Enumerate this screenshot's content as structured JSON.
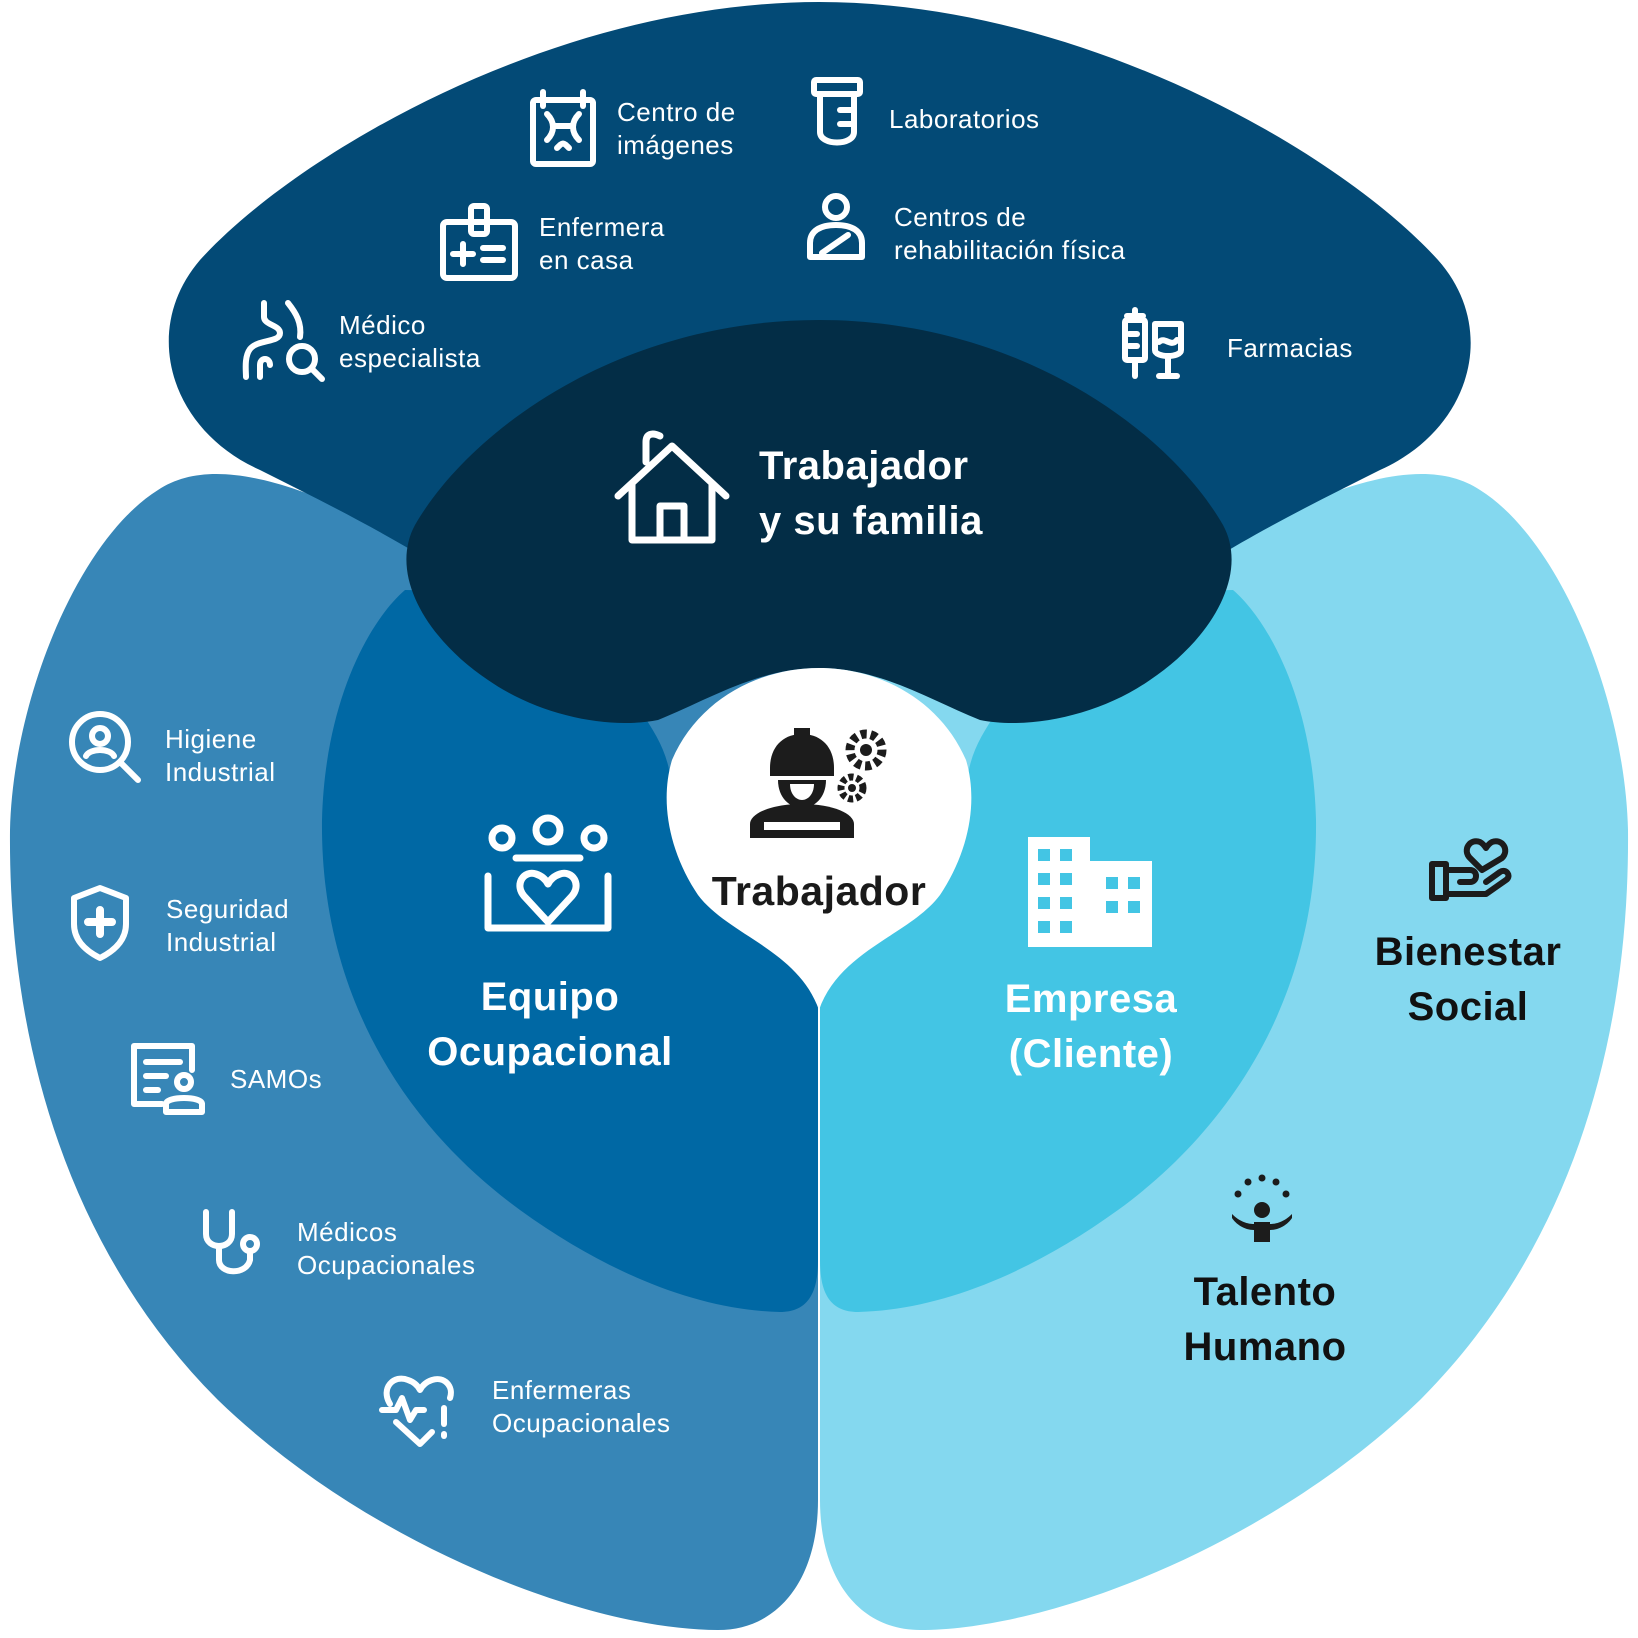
{
  "colors": {
    "top_outer": "#034a76",
    "top_inner": "#032d46",
    "left_outer": "#3786b7",
    "left_inner": "#0068a4",
    "right_outer": "#84d8ef",
    "right_inner": "#43c5e4",
    "center": "#ffffff"
  },
  "center": {
    "label": "Trabajador",
    "icon": "worker-gears-icon"
  },
  "top": {
    "main_label": [
      "Trabajador",
      "y su familia"
    ],
    "main_icon": "house-icon",
    "items": [
      {
        "icon": "xray-icon",
        "lines": [
          "Centro de",
          "imágenes"
        ]
      },
      {
        "icon": "test-tube-icon",
        "lines": [
          "Laboratorios"
        ]
      },
      {
        "icon": "nurse-badge-icon",
        "lines": [
          "Enfermera",
          "en casa"
        ]
      },
      {
        "icon": "rehab-person-icon",
        "lines": [
          "Centros de",
          "rehabilitación física"
        ]
      },
      {
        "icon": "specialist-icon",
        "lines": [
          "Médico",
          "especialista"
        ]
      },
      {
        "icon": "pharmacy-icon",
        "lines": [
          "Farmacias"
        ]
      }
    ]
  },
  "left": {
    "main_label": [
      "Equipo",
      "Ocupacional"
    ],
    "main_icon": "team-heart-icon",
    "items": [
      {
        "icon": "magnifier-person-icon",
        "lines": [
          "Higiene",
          "Industrial"
        ]
      },
      {
        "icon": "shield-cross-icon",
        "lines": [
          "Seguridad",
          "Industrial"
        ]
      },
      {
        "icon": "document-person-icon",
        "lines": [
          "SAMOs"
        ]
      },
      {
        "icon": "stethoscope-icon",
        "lines": [
          "Médicos",
          "Ocupacionales"
        ]
      },
      {
        "icon": "heart-pulse-icon",
        "lines": [
          "Enfermeras",
          "Ocupacionales"
        ]
      }
    ]
  },
  "right": {
    "main_label": [
      "Empresa",
      "(Cliente)"
    ],
    "main_icon": "building-icon",
    "items": [
      {
        "icon": "hand-heart-icon",
        "lines": [
          "Bienestar",
          "Social"
        ]
      },
      {
        "icon": "person-sparkle-icon",
        "lines": [
          "Talento",
          "Humano"
        ]
      }
    ]
  }
}
